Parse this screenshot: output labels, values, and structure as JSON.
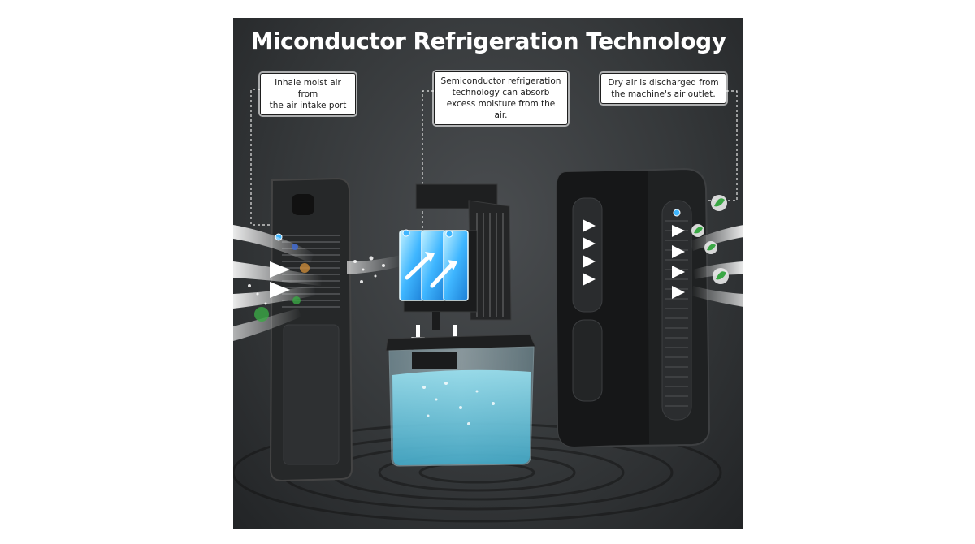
{
  "title": "Miconductor Refrigeration Technology",
  "callouts": {
    "intake": {
      "lines": [
        "Inhale moist air from",
        "the air intake port"
      ]
    },
    "refrigeration": {
      "lines": [
        "Semiconductor refrigeration",
        "technology can absorb",
        "excess moisture from the air."
      ]
    },
    "outlet": {
      "lines": [
        "Dry air is discharged from",
        "the machine's air outlet."
      ]
    }
  },
  "colors": {
    "background": "#35383a",
    "accent_blue": "#3fb6ff",
    "water": "#5cc9e8",
    "leaf_green": "#3aa845"
  }
}
